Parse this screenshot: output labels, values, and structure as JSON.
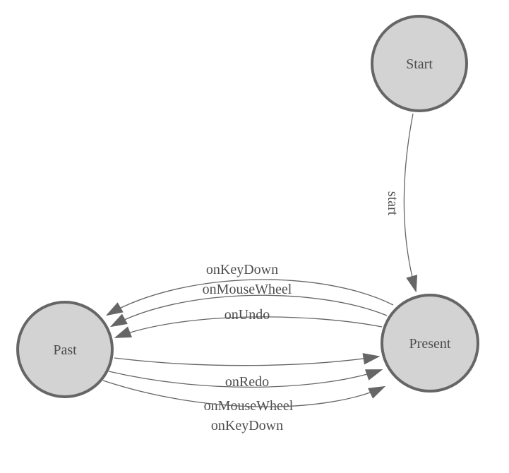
{
  "diagram": {
    "type": "state-machine",
    "nodes": [
      {
        "id": "start",
        "label": "Start"
      },
      {
        "id": "present",
        "label": "Present"
      },
      {
        "id": "past",
        "label": "Past"
      }
    ],
    "edges": [
      {
        "from": "start",
        "to": "present",
        "label": "start"
      },
      {
        "from": "present",
        "to": "past",
        "label": "onKeyDown"
      },
      {
        "from": "present",
        "to": "past",
        "label": "onMouseWheel"
      },
      {
        "from": "present",
        "to": "past",
        "label": "onUndo"
      },
      {
        "from": "past",
        "to": "present",
        "label": "onRedo"
      },
      {
        "from": "past",
        "to": "present",
        "label": "onMouseWheel"
      },
      {
        "from": "past",
        "to": "present",
        "label": "onKeyDown"
      }
    ],
    "colors": {
      "node_fill": "#d3d3d3",
      "node_stroke": "#666666",
      "edge_stroke": "#666666",
      "arrow_fill": "#666666",
      "text": "#4d4d4d",
      "background": "#ffffff"
    }
  }
}
